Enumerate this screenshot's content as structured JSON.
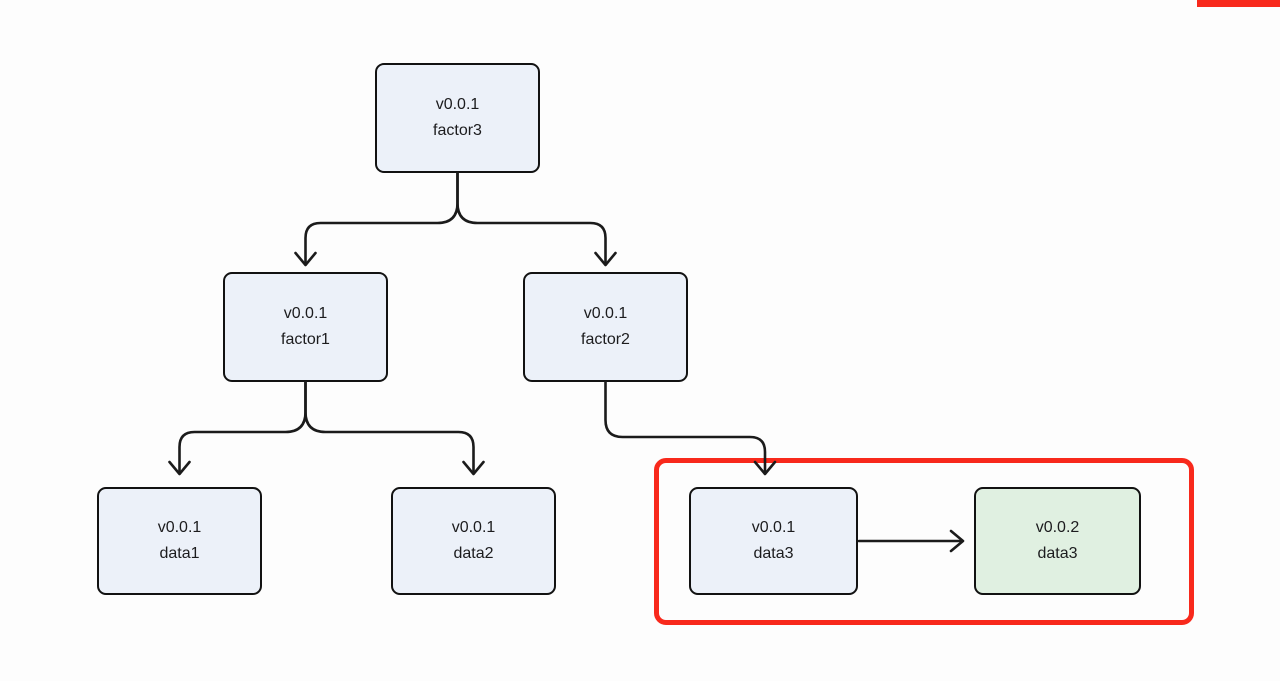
{
  "diagram": {
    "type": "flowchart",
    "direction": "top-down",
    "nodes": [
      {
        "id": "factor3",
        "version": "v0.0.1",
        "name": "factor3",
        "highlighted": false
      },
      {
        "id": "factor1",
        "version": "v0.0.1",
        "name": "factor1",
        "highlighted": false
      },
      {
        "id": "factor2",
        "version": "v0.0.1",
        "name": "factor2",
        "highlighted": false
      },
      {
        "id": "data1",
        "version": "v0.0.1",
        "name": "data1",
        "highlighted": false
      },
      {
        "id": "data2",
        "version": "v0.0.1",
        "name": "data2",
        "highlighted": false
      },
      {
        "id": "data3-v1",
        "version": "v0.0.1",
        "name": "data3",
        "highlighted": true
      },
      {
        "id": "data3-v2",
        "version": "v0.0.2",
        "name": "data3",
        "highlighted": true
      }
    ],
    "edges": [
      {
        "from": "factor3",
        "to": "factor1"
      },
      {
        "from": "factor3",
        "to": "factor2"
      },
      {
        "from": "factor1",
        "to": "data1"
      },
      {
        "from": "factor1",
        "to": "data2"
      },
      {
        "from": "factor2",
        "to": "data3-v1"
      },
      {
        "from": "data3-v1",
        "to": "data3-v2"
      }
    ],
    "highlight_box": {
      "contains": [
        "data3-v1",
        "data3-v2"
      ]
    },
    "colors": {
      "background": "#FDFDFD",
      "node_fill": "#ECF1F9",
      "node_fill_updated": "#E0F0E1",
      "node_border": "#121212",
      "edge": "#1B1B1B",
      "highlight": "#F8291C"
    }
  }
}
